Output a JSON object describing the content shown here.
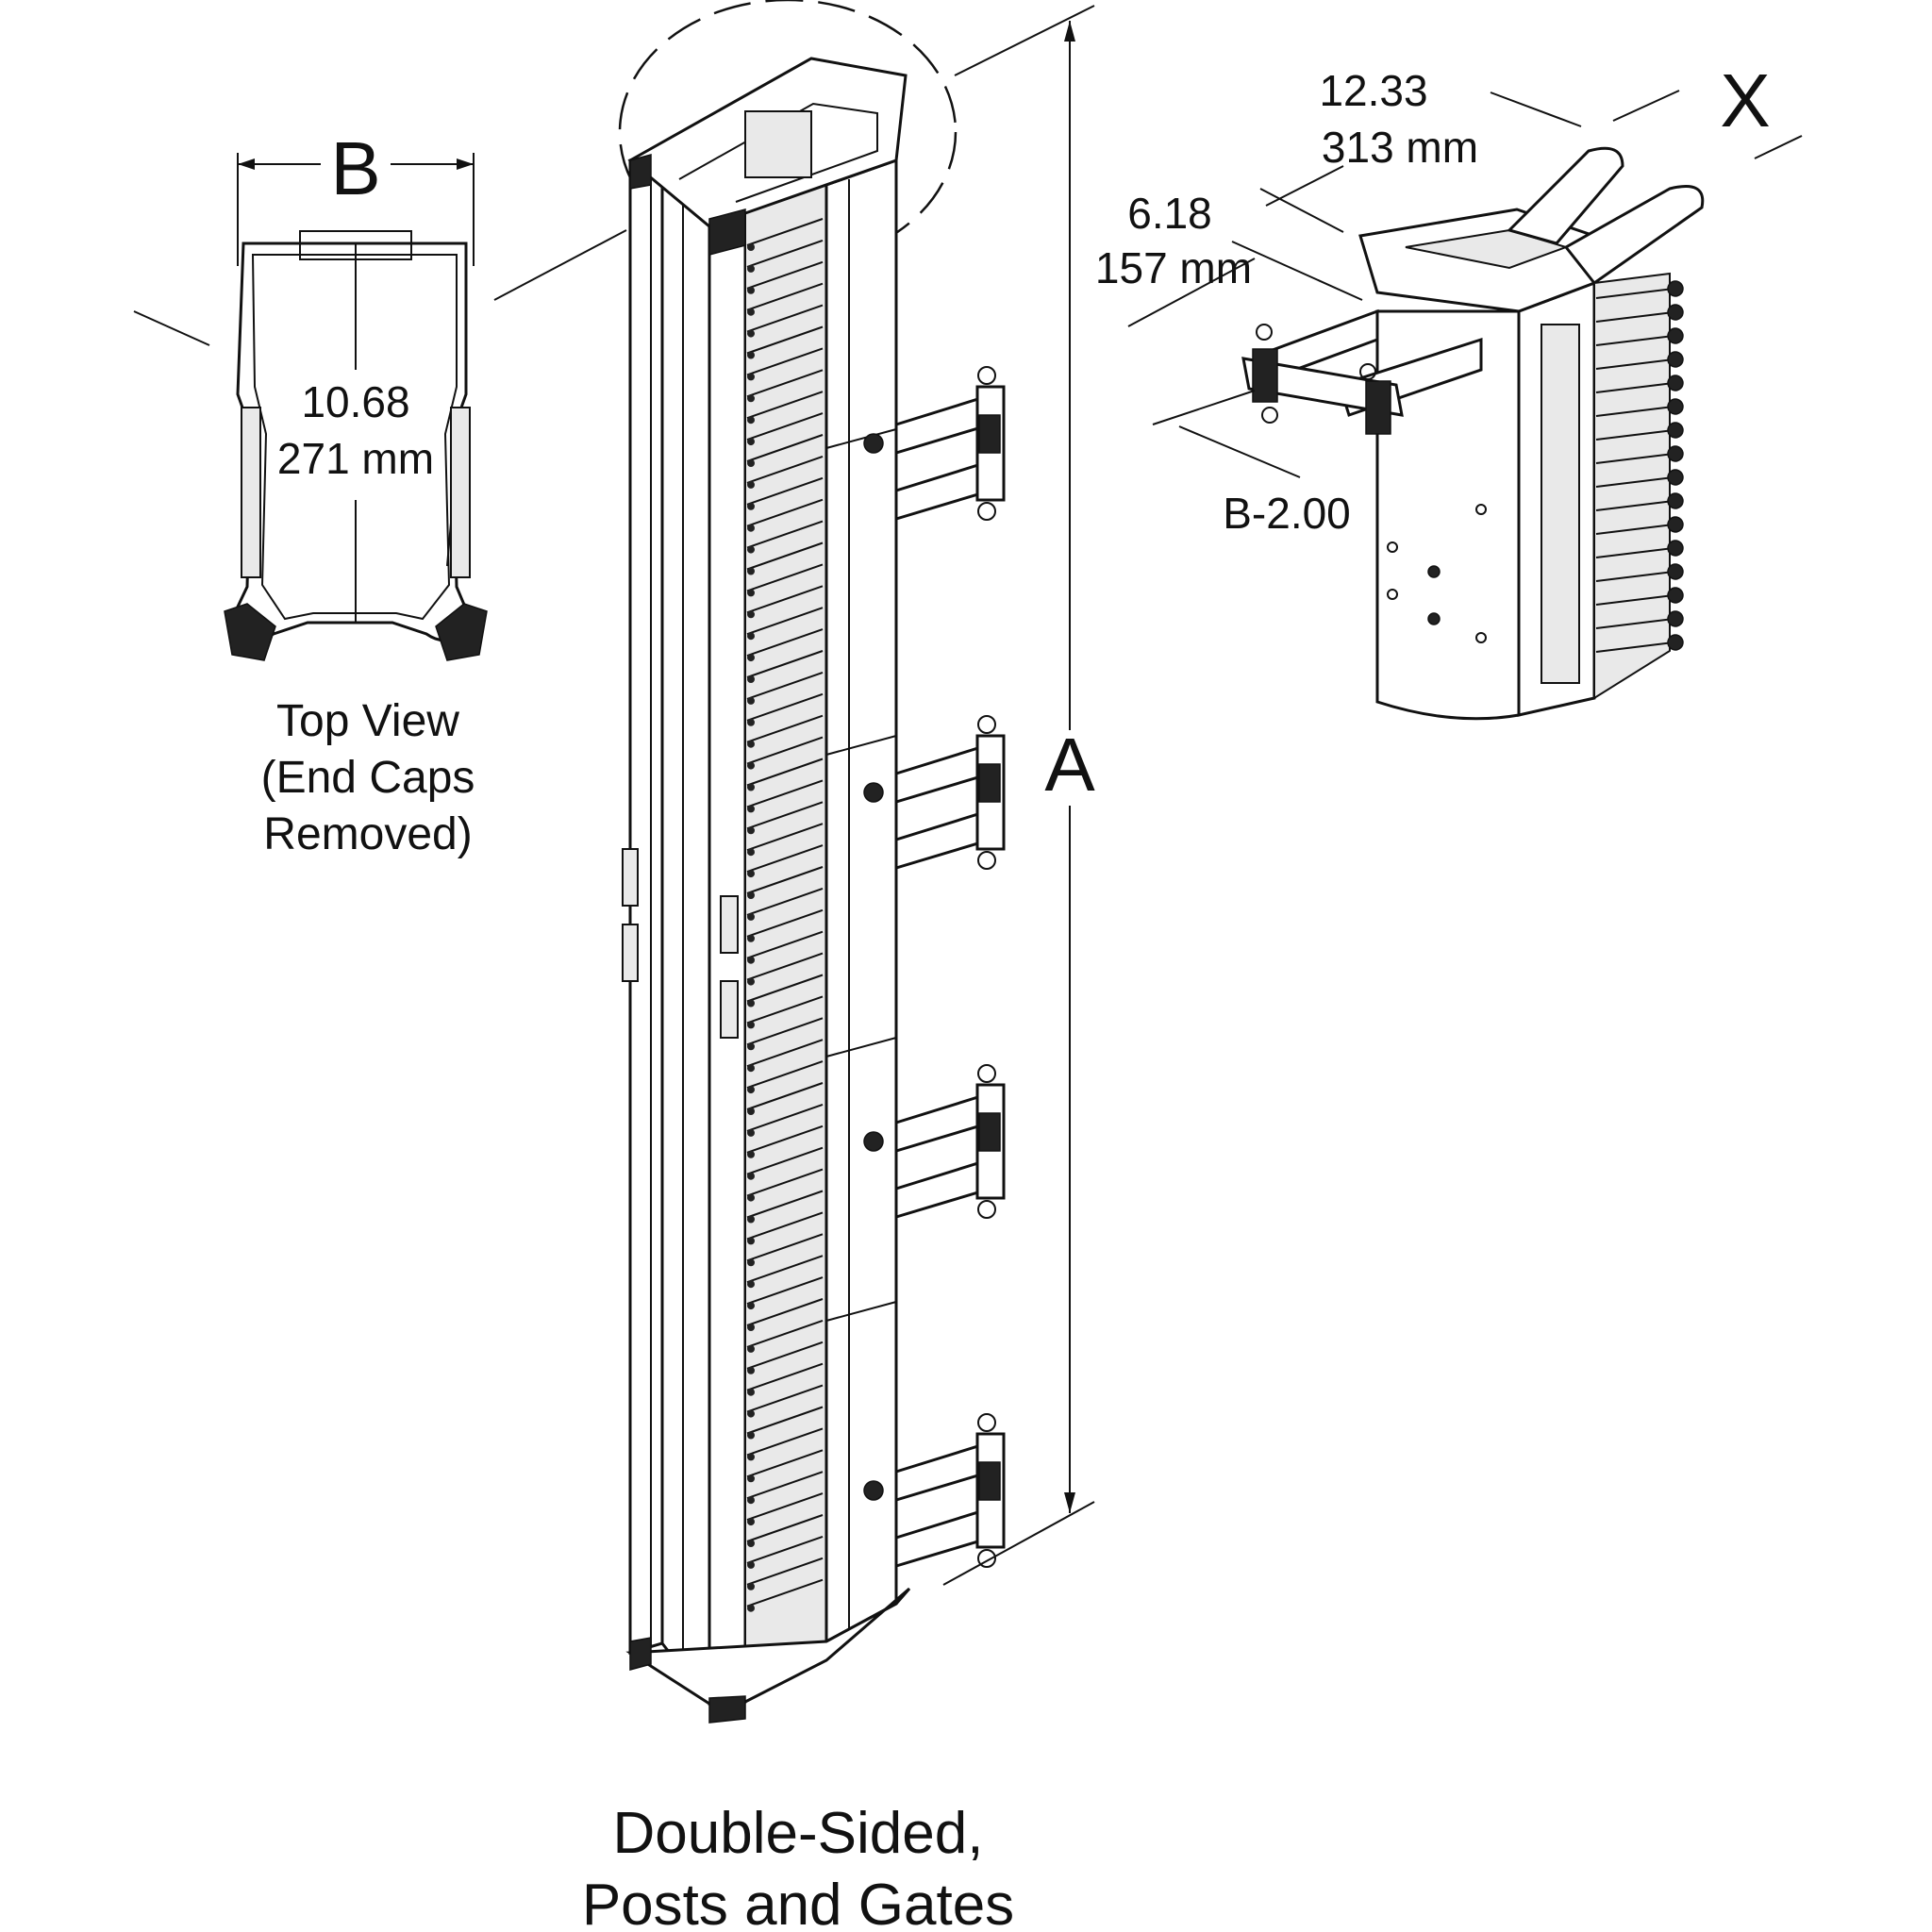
{
  "top_view": {
    "dim_letter": "B",
    "width_in": "10.68",
    "width_mm": "271 mm",
    "caption_lines": [
      "Top View",
      "(End Caps",
      "Removed)"
    ]
  },
  "main_view": {
    "height_letter": "A",
    "caption_lines": [
      "Double-Sided,",
      "Posts and Gates"
    ]
  },
  "detail_view": {
    "depth_in": "12.33",
    "depth_mm": "313 mm",
    "x_letter": "X",
    "offset_in": "6.18",
    "offset_mm": "157 mm",
    "inner_label": "B-2.00"
  }
}
